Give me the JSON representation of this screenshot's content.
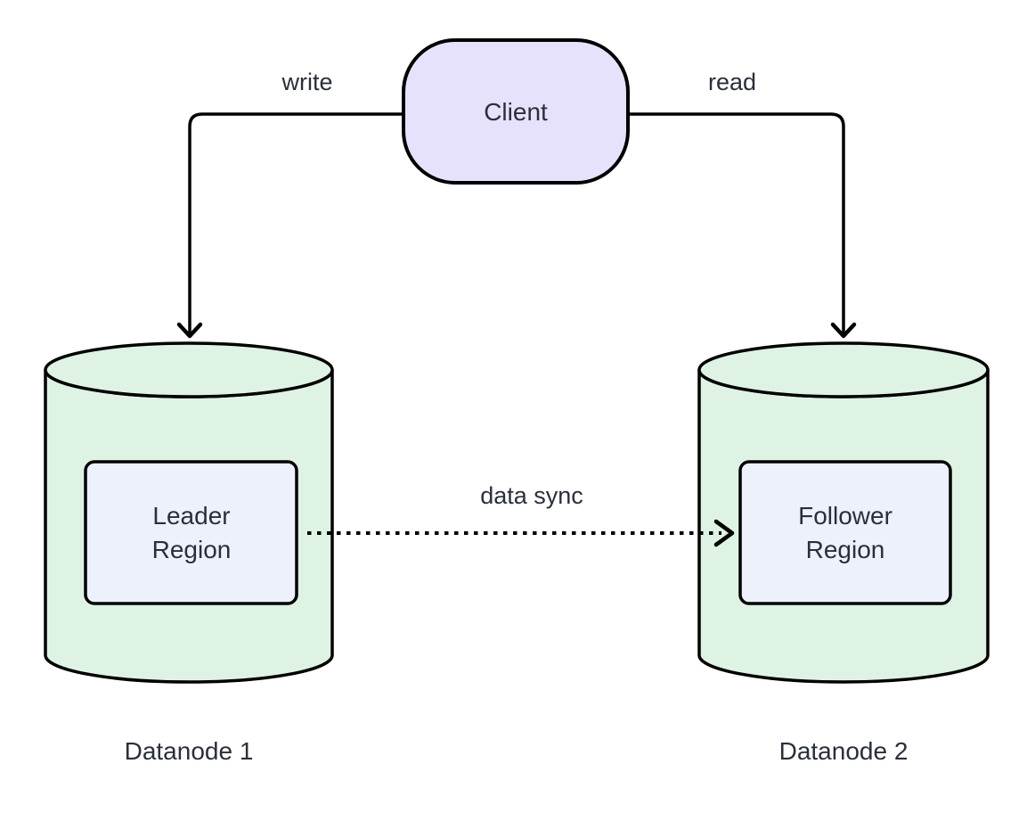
{
  "diagram": {
    "type": "architecture-diagram",
    "background": "#ffffff",
    "line_color": "#000000",
    "text_color": "#2a2f3a",
    "client_node": {
      "label": "Client",
      "fill": "#e7e2fb"
    },
    "edges": {
      "write": {
        "label": "write",
        "style": "solid",
        "from": "Client",
        "to": "Datanode 1"
      },
      "read": {
        "label": "read",
        "style": "solid",
        "from": "Client",
        "to": "Datanode 2"
      },
      "data_sync": {
        "label": "data sync",
        "style": "dotted",
        "from": "Leader Region",
        "to": "Follower Region"
      }
    },
    "datanode1": {
      "caption": "Datanode 1",
      "region_label": "Leader Region",
      "cylinder_fill": "#def3e4",
      "region_fill": "#edf1fb"
    },
    "datanode2": {
      "caption": "Datanode 2",
      "region_label": "Follower Region",
      "cylinder_fill": "#def3e4",
      "region_fill": "#edf1fb"
    }
  }
}
